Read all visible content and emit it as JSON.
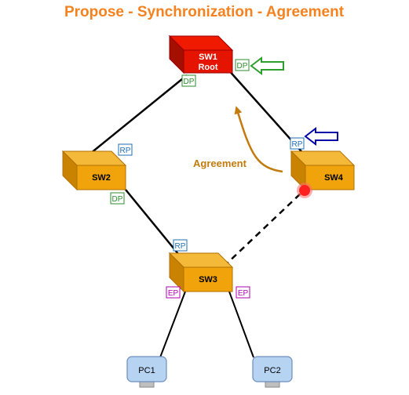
{
  "title": "Propose - Synchronization  - Agreement",
  "switches": {
    "sw1": {
      "name": "SW1",
      "role": "Root"
    },
    "sw2": {
      "name": "SW2"
    },
    "sw3": {
      "name": "SW3"
    },
    "sw4": {
      "name": "SW4"
    }
  },
  "pcs": {
    "pc1": "PC1",
    "pc2": "PC2"
  },
  "ports": {
    "sw1_right": "DP",
    "sw1_bottom": "DP",
    "sw2_top": "RP",
    "sw2_bottom": "DP",
    "sw3_top": "RP",
    "sw3_left_bottom": "EP",
    "sw3_right_bottom": "EP",
    "sw4_top": "RP"
  },
  "annotation": "Agreement",
  "colors": {
    "title": "#f5821f",
    "switch_orange": "#f0a30a",
    "switch_red": "#e51400",
    "annotation": "#c27b0c",
    "dp": "#2e8b2e",
    "rp": "#1f6fb5",
    "ep": "#b000b0",
    "arrow_green": "#2e9e2e",
    "arrow_blue": "#0000aa",
    "blocked_dot": "#ff2b2b"
  }
}
